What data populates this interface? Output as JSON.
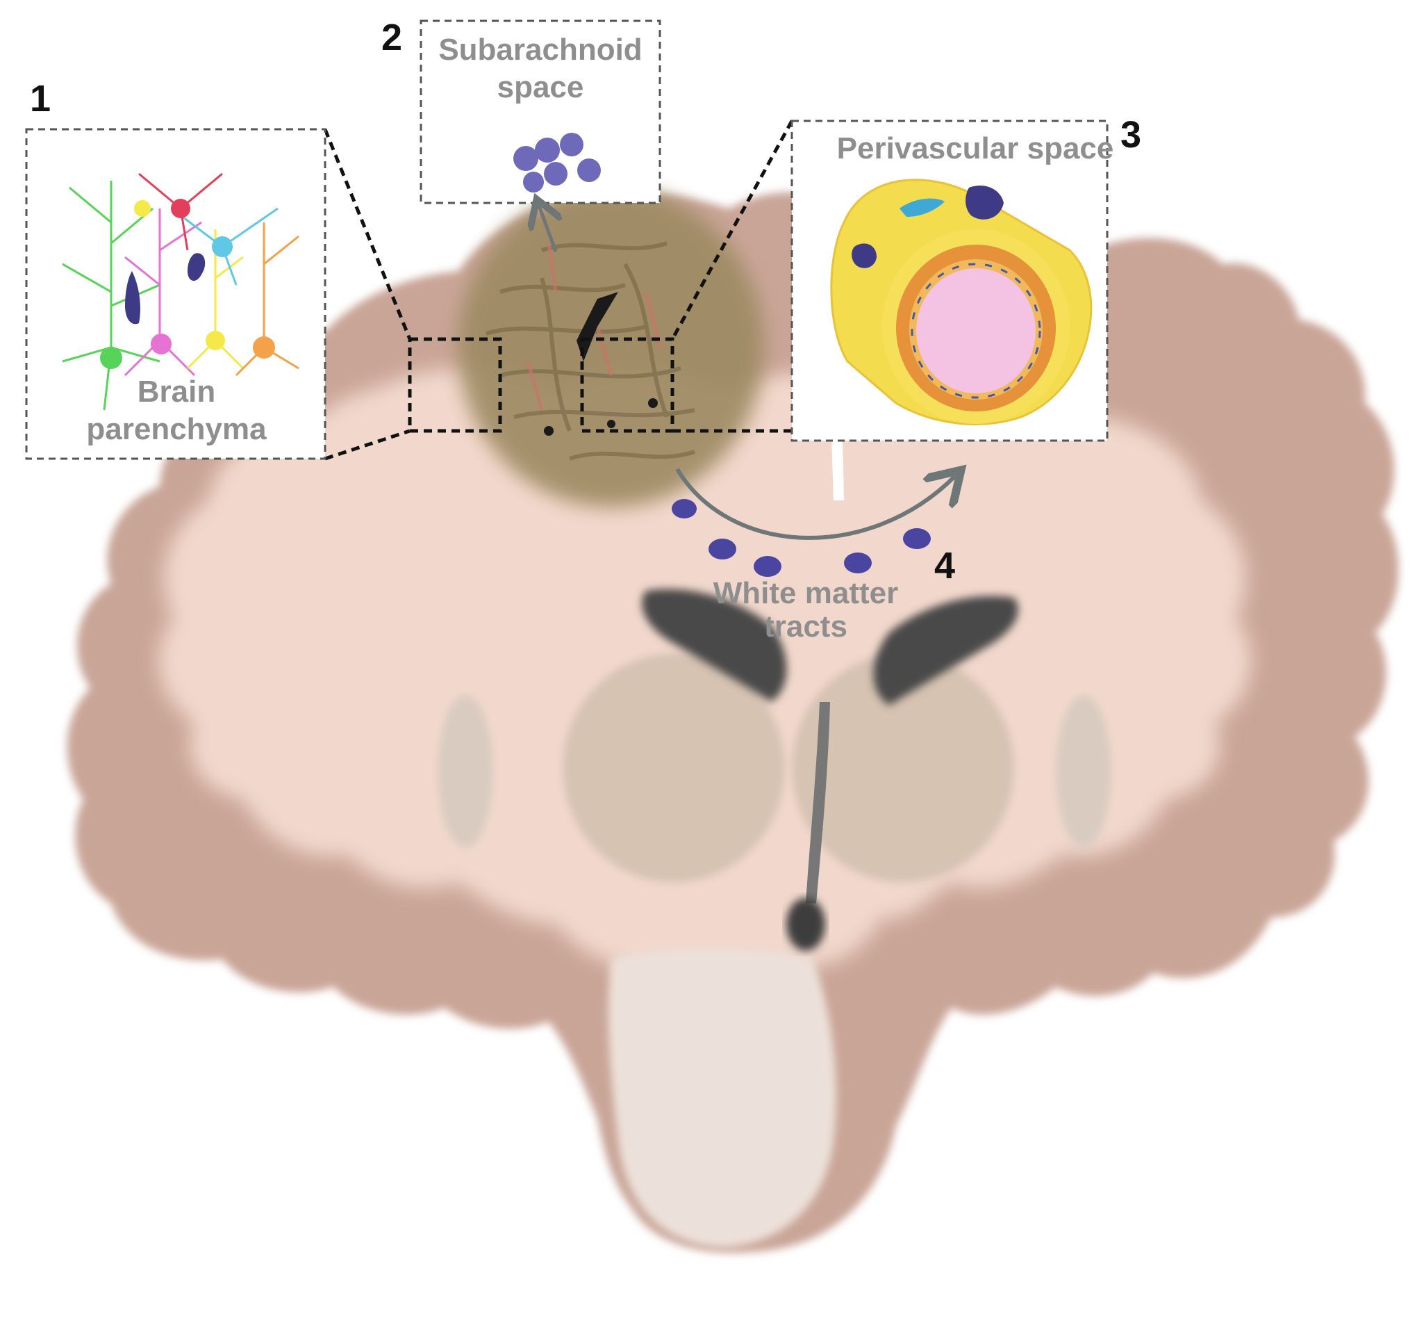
{
  "regions": [
    {
      "number": "1",
      "label_lines": [
        "Brain",
        "parenchyma"
      ]
    },
    {
      "number": "2",
      "label_lines": [
        "Subarachnoid",
        "space"
      ]
    },
    {
      "number": "3",
      "label_lines": [
        "Perivascular space"
      ]
    },
    {
      "number": "4",
      "label_lines": [
        "White matter",
        "tracts"
      ]
    }
  ],
  "colors": {
    "cortex": "#c9a597",
    "white_matter": "#f2d8cc",
    "tumor": "#9c8a62",
    "ventricle": "#4a4a4a",
    "deep_nuclei": "#d6c3b2",
    "brainstem": "#ece1da",
    "cell": "#6e69b8",
    "dark_cell": "#3f3a86",
    "box_border": "#555555",
    "label_gray": "#8e8e8e",
    "vessel_outer": "#f3dc4e",
    "vessel_media": "#e5923a",
    "vessel_lumen": "#f4c3e3",
    "arrow": "#6e7678"
  }
}
